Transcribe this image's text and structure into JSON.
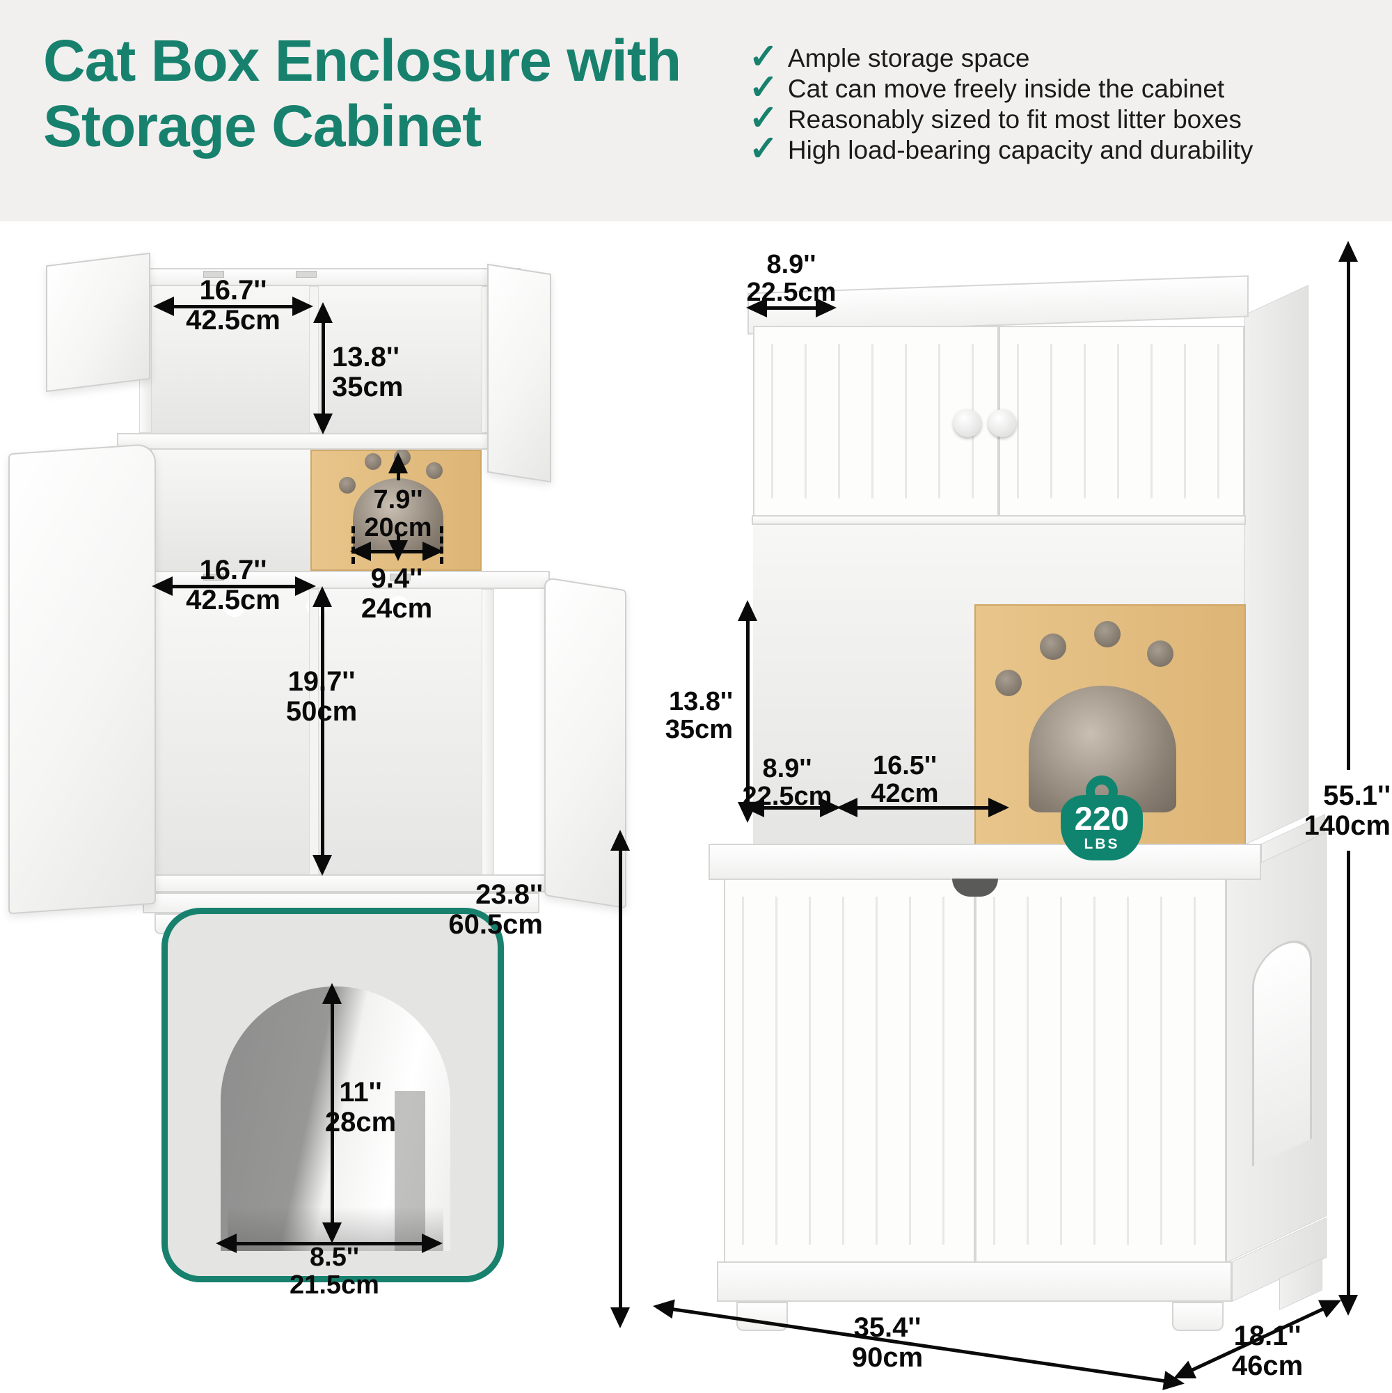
{
  "header": {
    "title_line1": "Cat Box Enclosure with",
    "title_line2": "Storage Cabinet",
    "check_glyph": "✓",
    "features": [
      "Ample storage space",
      "Cat can move freely inside the cabinet",
      "Reasonably sized to fit most litter boxes",
      "High load-bearing capacity and durability"
    ]
  },
  "colors": {
    "accent": "#17816e",
    "badge": "#0f8570",
    "wood": "#e2bb7d",
    "header_band": "#f1f0ee"
  },
  "open_view": {
    "hutch_width_in": "16.7''",
    "hutch_width_cm": "42.5cm",
    "hutch_height_in": "13.8''",
    "hutch_height_cm": "35cm",
    "hole_height_in": "7.9''",
    "hole_height_cm": "20cm",
    "hole_width_in": "9.4''",
    "hole_width_cm": "24cm",
    "base_width_in": "16.7''",
    "base_width_cm": "42.5cm",
    "base_height_in": "19.7''",
    "base_height_cm": "50cm"
  },
  "front_view": {
    "top_depth_in": "8.9''",
    "top_depth_cm": "22.5cm",
    "shelf_height_in": "13.8''",
    "shelf_height_cm": "35cm",
    "shelf_depth_in": "8.9''",
    "shelf_depth_cm": "22.5cm",
    "shelf_width_in": "16.5''",
    "shelf_width_cm": "42cm",
    "base_height_in": "23.8''",
    "base_height_cm": "60.5cm",
    "total_height_in": "55.1''",
    "total_height_cm": "140cm",
    "width_in": "35.4''",
    "width_cm": "90cm",
    "depth_in": "18.1''",
    "depth_cm": "46cm",
    "load_value": "220",
    "load_unit": "LBS"
  },
  "door_detail": {
    "height_in": "11''",
    "height_cm": "28cm",
    "width_in": "8.5''",
    "width_cm": "21.5cm"
  }
}
